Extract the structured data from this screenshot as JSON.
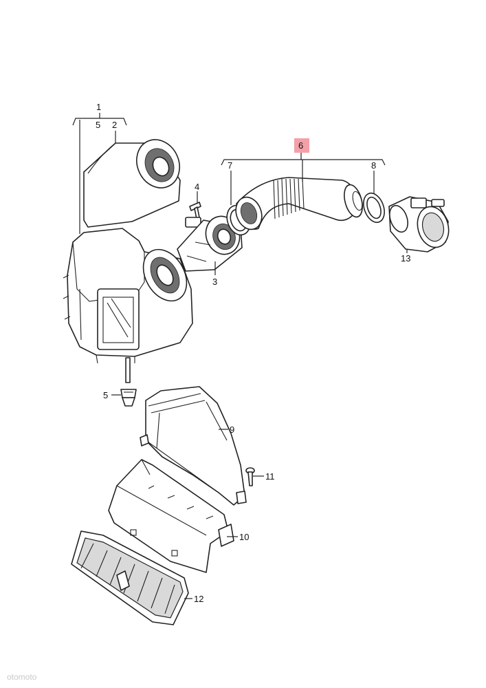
{
  "callouts": {
    "c1": "1",
    "c2": "2",
    "c3": "3",
    "c4": "4",
    "c5a": "5",
    "c5b": "5",
    "c6": "6",
    "c7": "7",
    "c8": "8",
    "c9": "9",
    "c10": "10",
    "c11": "11",
    "c12": "12",
    "c13": "13"
  },
  "highlight_color": "#f4a0a8",
  "watermark": "otomoto"
}
